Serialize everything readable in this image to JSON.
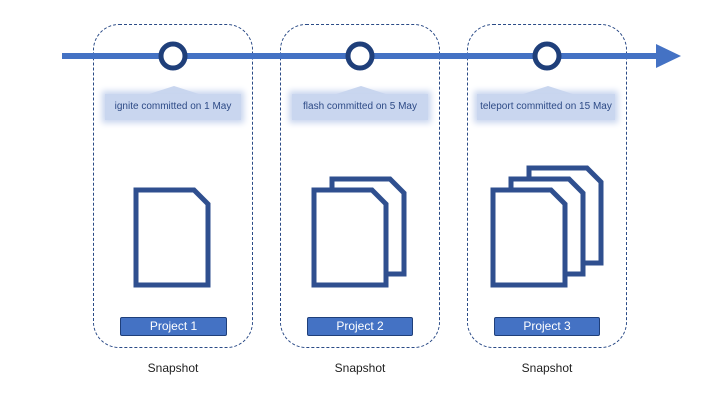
{
  "colors": {
    "accent": "#4472c4",
    "label_bg": "#c9d6ef",
    "border": "#2a4a86"
  },
  "timeline": {
    "direction_icon": "arrow-right-icon"
  },
  "snapshots": [
    {
      "commit_label": "ignite committed on 1 May",
      "project_label": "Project 1",
      "caption": "Snapshot",
      "file_count": 1
    },
    {
      "commit_label": "flash committed on 5 May",
      "project_label": "Project 2",
      "caption": "Snapshot",
      "file_count": 2
    },
    {
      "commit_label": "teleport committed on 15 May",
      "project_label": "Project 3",
      "caption": "Snapshot",
      "file_count": 3
    }
  ]
}
